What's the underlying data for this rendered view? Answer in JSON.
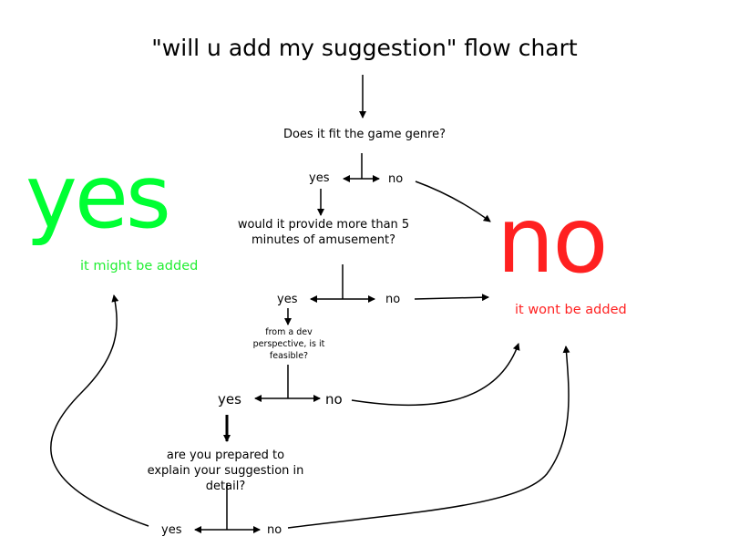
{
  "title": "\"will u add my suggestion\" flow chart",
  "questions": {
    "q1": "Does it fit the game genre?",
    "q2": "would it provide more than 5 minutes of amusement?",
    "q3": "from a dev perspective, is it feasible?",
    "q4": "are you prepared to explain your suggestion in detail?"
  },
  "answers": {
    "yes": "yes",
    "no": "no"
  },
  "outcomes": {
    "yes_label": "yes",
    "yes_sub": "it might be added",
    "no_label": "no",
    "no_sub": "it wont be added"
  },
  "colors": {
    "yes": "#00ff33",
    "no": "#ff2020"
  }
}
